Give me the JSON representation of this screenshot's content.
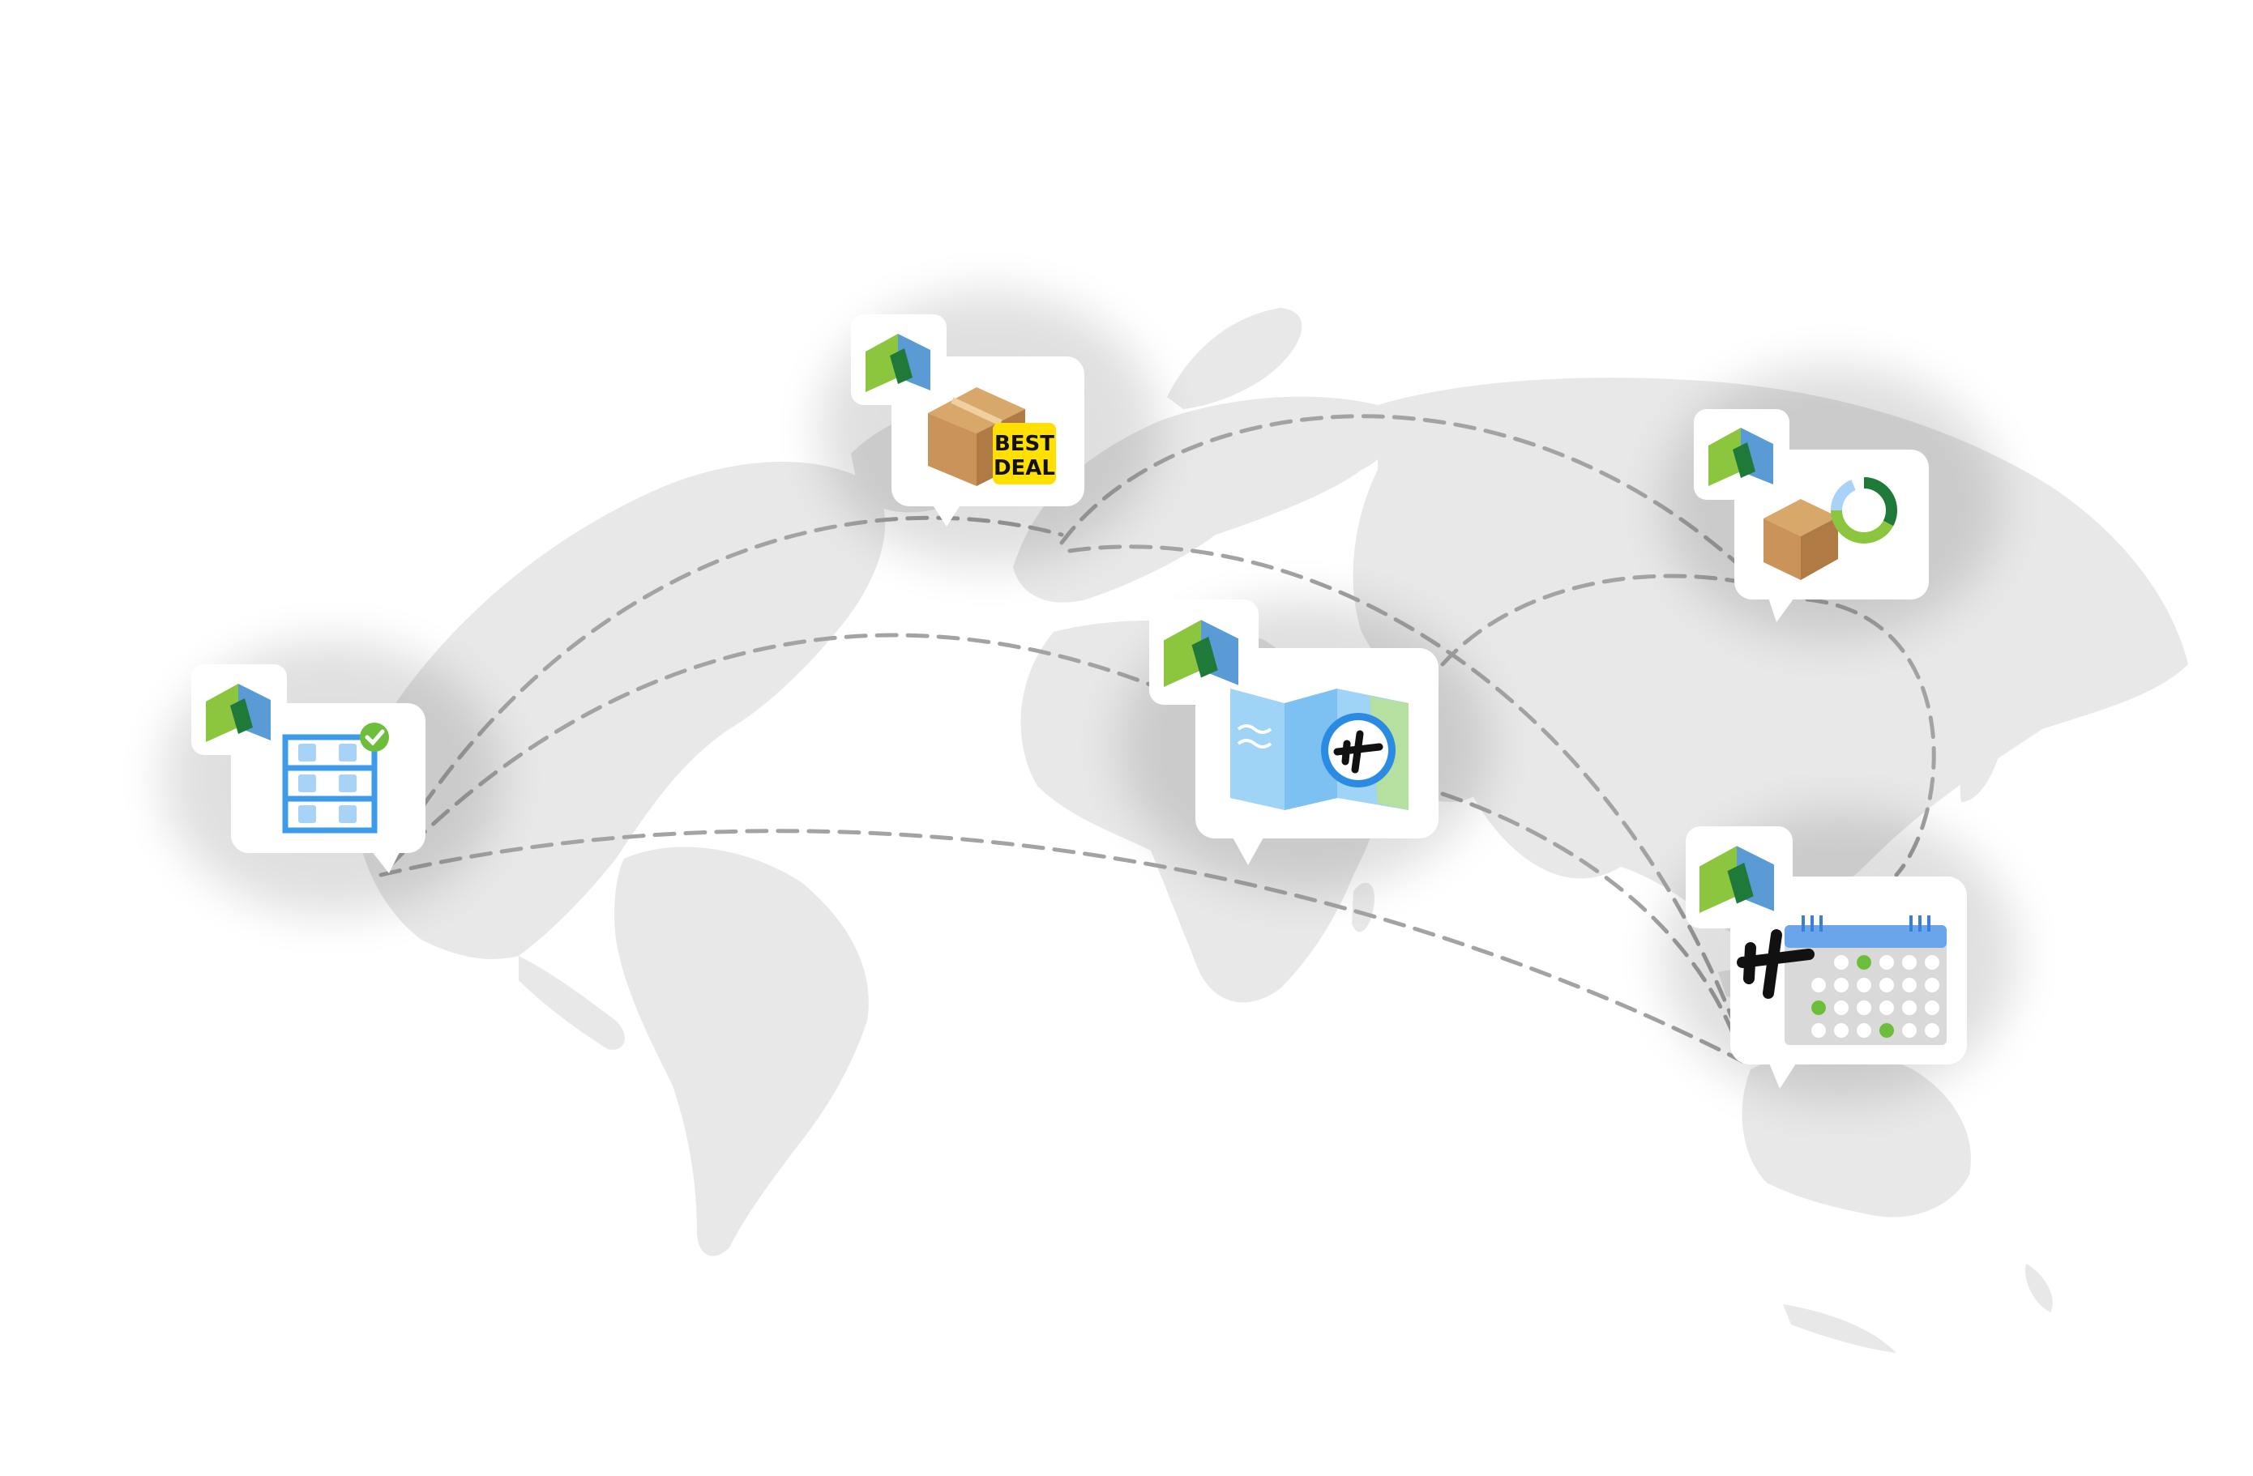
{
  "map": {
    "land_color": "#e8e8e8",
    "route_color": "#a3a3a3"
  },
  "brand": {
    "logo_icon": "brand-leaf-logo",
    "light_green": "#8cc63f",
    "dark_green": "#1f7a3a",
    "blue": "#5b9bd5"
  },
  "markers": [
    {
      "id": "warehouse",
      "icon": "warehouse-shelf-check-icon"
    },
    {
      "id": "best-deal",
      "icon": "package-best-deal-icon",
      "badge_text": [
        "BEST",
        "DEAL"
      ],
      "badge_color": "#ffe000"
    },
    {
      "id": "flight-map",
      "icon": "map-airplane-icon"
    },
    {
      "id": "package-analytics",
      "icon": "package-donut-chart-icon"
    },
    {
      "id": "flight-schedule",
      "icon": "airplane-calendar-icon"
    }
  ]
}
